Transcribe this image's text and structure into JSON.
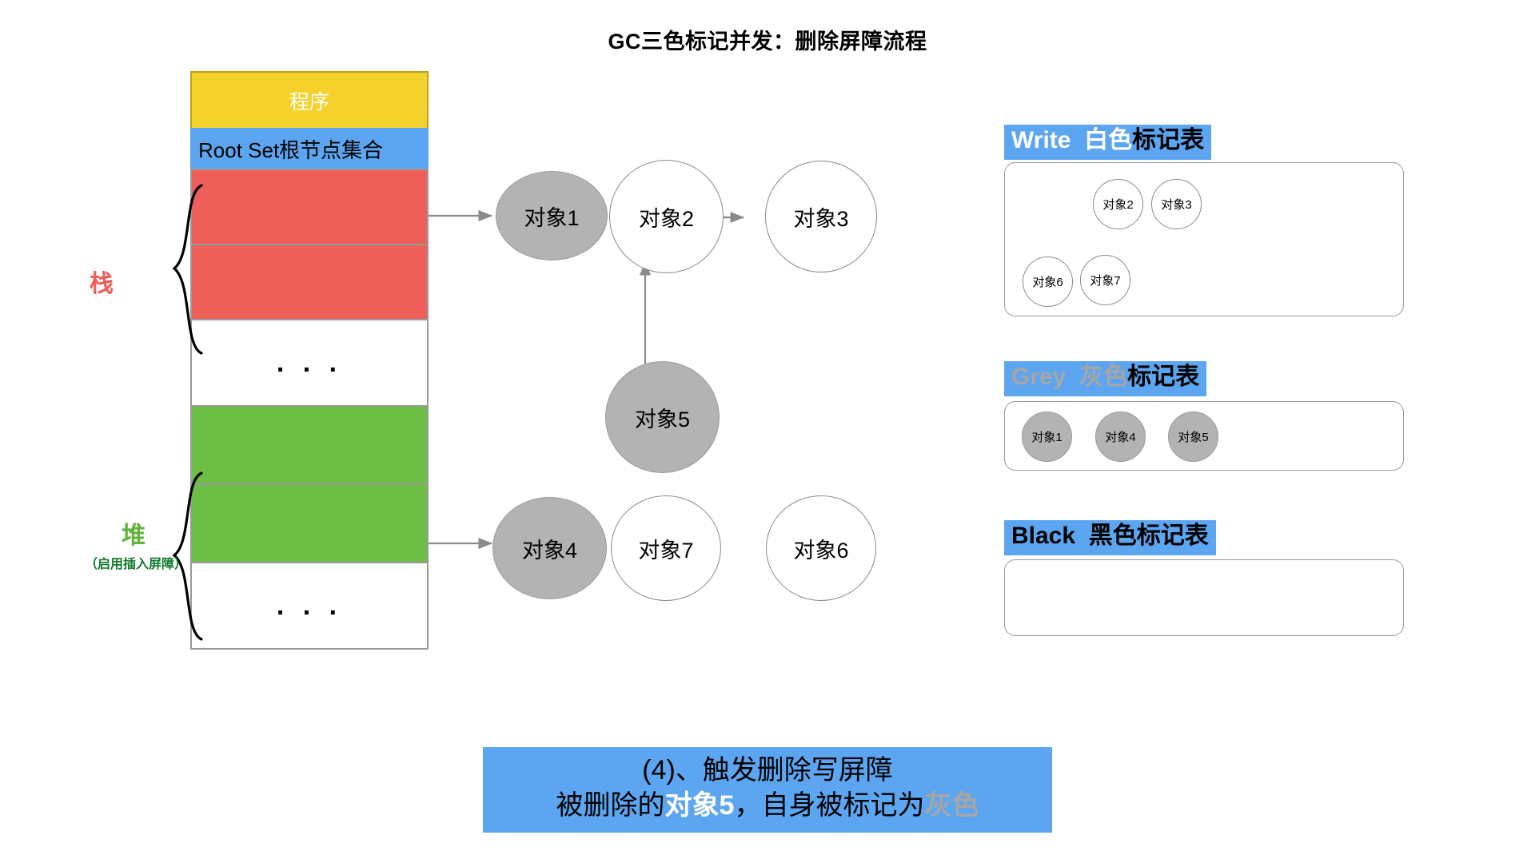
{
  "title": "GC三色标记并发：删除屏障流程",
  "memory_column": {
    "program_label": "程序",
    "root_set_label": "Root Set根节点集合",
    "dots_label": ". . .",
    "cells": [
      {
        "kind": "program",
        "label": "程序",
        "color": "#F5D12B"
      },
      {
        "kind": "root",
        "label": "Root Set根节点集合",
        "color": "#5CA5F0"
      },
      {
        "kind": "red",
        "label": "",
        "color": "#ED5F58"
      },
      {
        "kind": "red",
        "label": "",
        "color": "#ED5F58"
      },
      {
        "kind": "dots",
        "label": ". . .",
        "color": "#FFFFFF"
      },
      {
        "kind": "green",
        "label": "",
        "color": "#6CBE45"
      },
      {
        "kind": "green",
        "label": "",
        "color": "#6CBE45"
      },
      {
        "kind": "dots",
        "label": ". . .",
        "color": "#FFFFFF"
      }
    ]
  },
  "side_labels": {
    "stack": "栈",
    "stack_color": "#ED5F58",
    "heap": "堆",
    "heap_sub": "（启用插入屏障）",
    "heap_color": "#5FB23A"
  },
  "graph": {
    "nodes": [
      {
        "id": "obj1",
        "label": "对象1",
        "fill": "grey"
      },
      {
        "id": "obj2",
        "label": "对象2",
        "fill": "white"
      },
      {
        "id": "obj3",
        "label": "对象3",
        "fill": "white"
      },
      {
        "id": "obj5",
        "label": "对象5",
        "fill": "grey"
      },
      {
        "id": "obj4",
        "label": "对象4",
        "fill": "grey"
      },
      {
        "id": "obj7",
        "label": "对象7",
        "fill": "white"
      },
      {
        "id": "obj6",
        "label": "对象6",
        "fill": "white"
      }
    ],
    "edges": [
      {
        "from": "root-stack-slot-1",
        "to": "obj1"
      },
      {
        "from": "obj2",
        "to": "obj3"
      },
      {
        "from": "obj5",
        "to": "obj2"
      },
      {
        "from": "heap-slot-2",
        "to": "obj4"
      },
      {
        "from": "obj4",
        "to": "obj7"
      }
    ]
  },
  "tables": [
    {
      "id": "white",
      "title_en": "Write",
      "title_color_cn": "白色",
      "title_rest": "标记表",
      "en_color": "#FFFFFF",
      "cn_color": "#FFFFFF",
      "items": [
        {
          "label": "对象2",
          "fill": "white"
        },
        {
          "label": "对象3",
          "fill": "white"
        },
        {
          "label": "对象6",
          "fill": "white"
        },
        {
          "label": "对象7",
          "fill": "white"
        }
      ]
    },
    {
      "id": "grey",
      "title_en": "Grey",
      "title_color_cn": "灰色",
      "title_rest": "标记表",
      "en_color": "#A6A6A6",
      "cn_color": "#A6A6A6",
      "items": [
        {
          "label": "对象1",
          "fill": "grey"
        },
        {
          "label": "对象4",
          "fill": "grey"
        },
        {
          "label": "对象5",
          "fill": "grey"
        }
      ]
    },
    {
      "id": "black",
      "title_en": "Black",
      "title_color_cn": "黑色",
      "title_rest": "标记表",
      "en_color": "#000000",
      "cn_color": "#000000",
      "items": []
    }
  ],
  "caption": {
    "line1": "(4)、触发删除写屏障",
    "line2_a": "被删除的",
    "line2_highlight1": "对象5",
    "line2_b": "，自身被标记为",
    "line2_highlight2": "灰色",
    "bg_color": "#5CA5F0"
  }
}
